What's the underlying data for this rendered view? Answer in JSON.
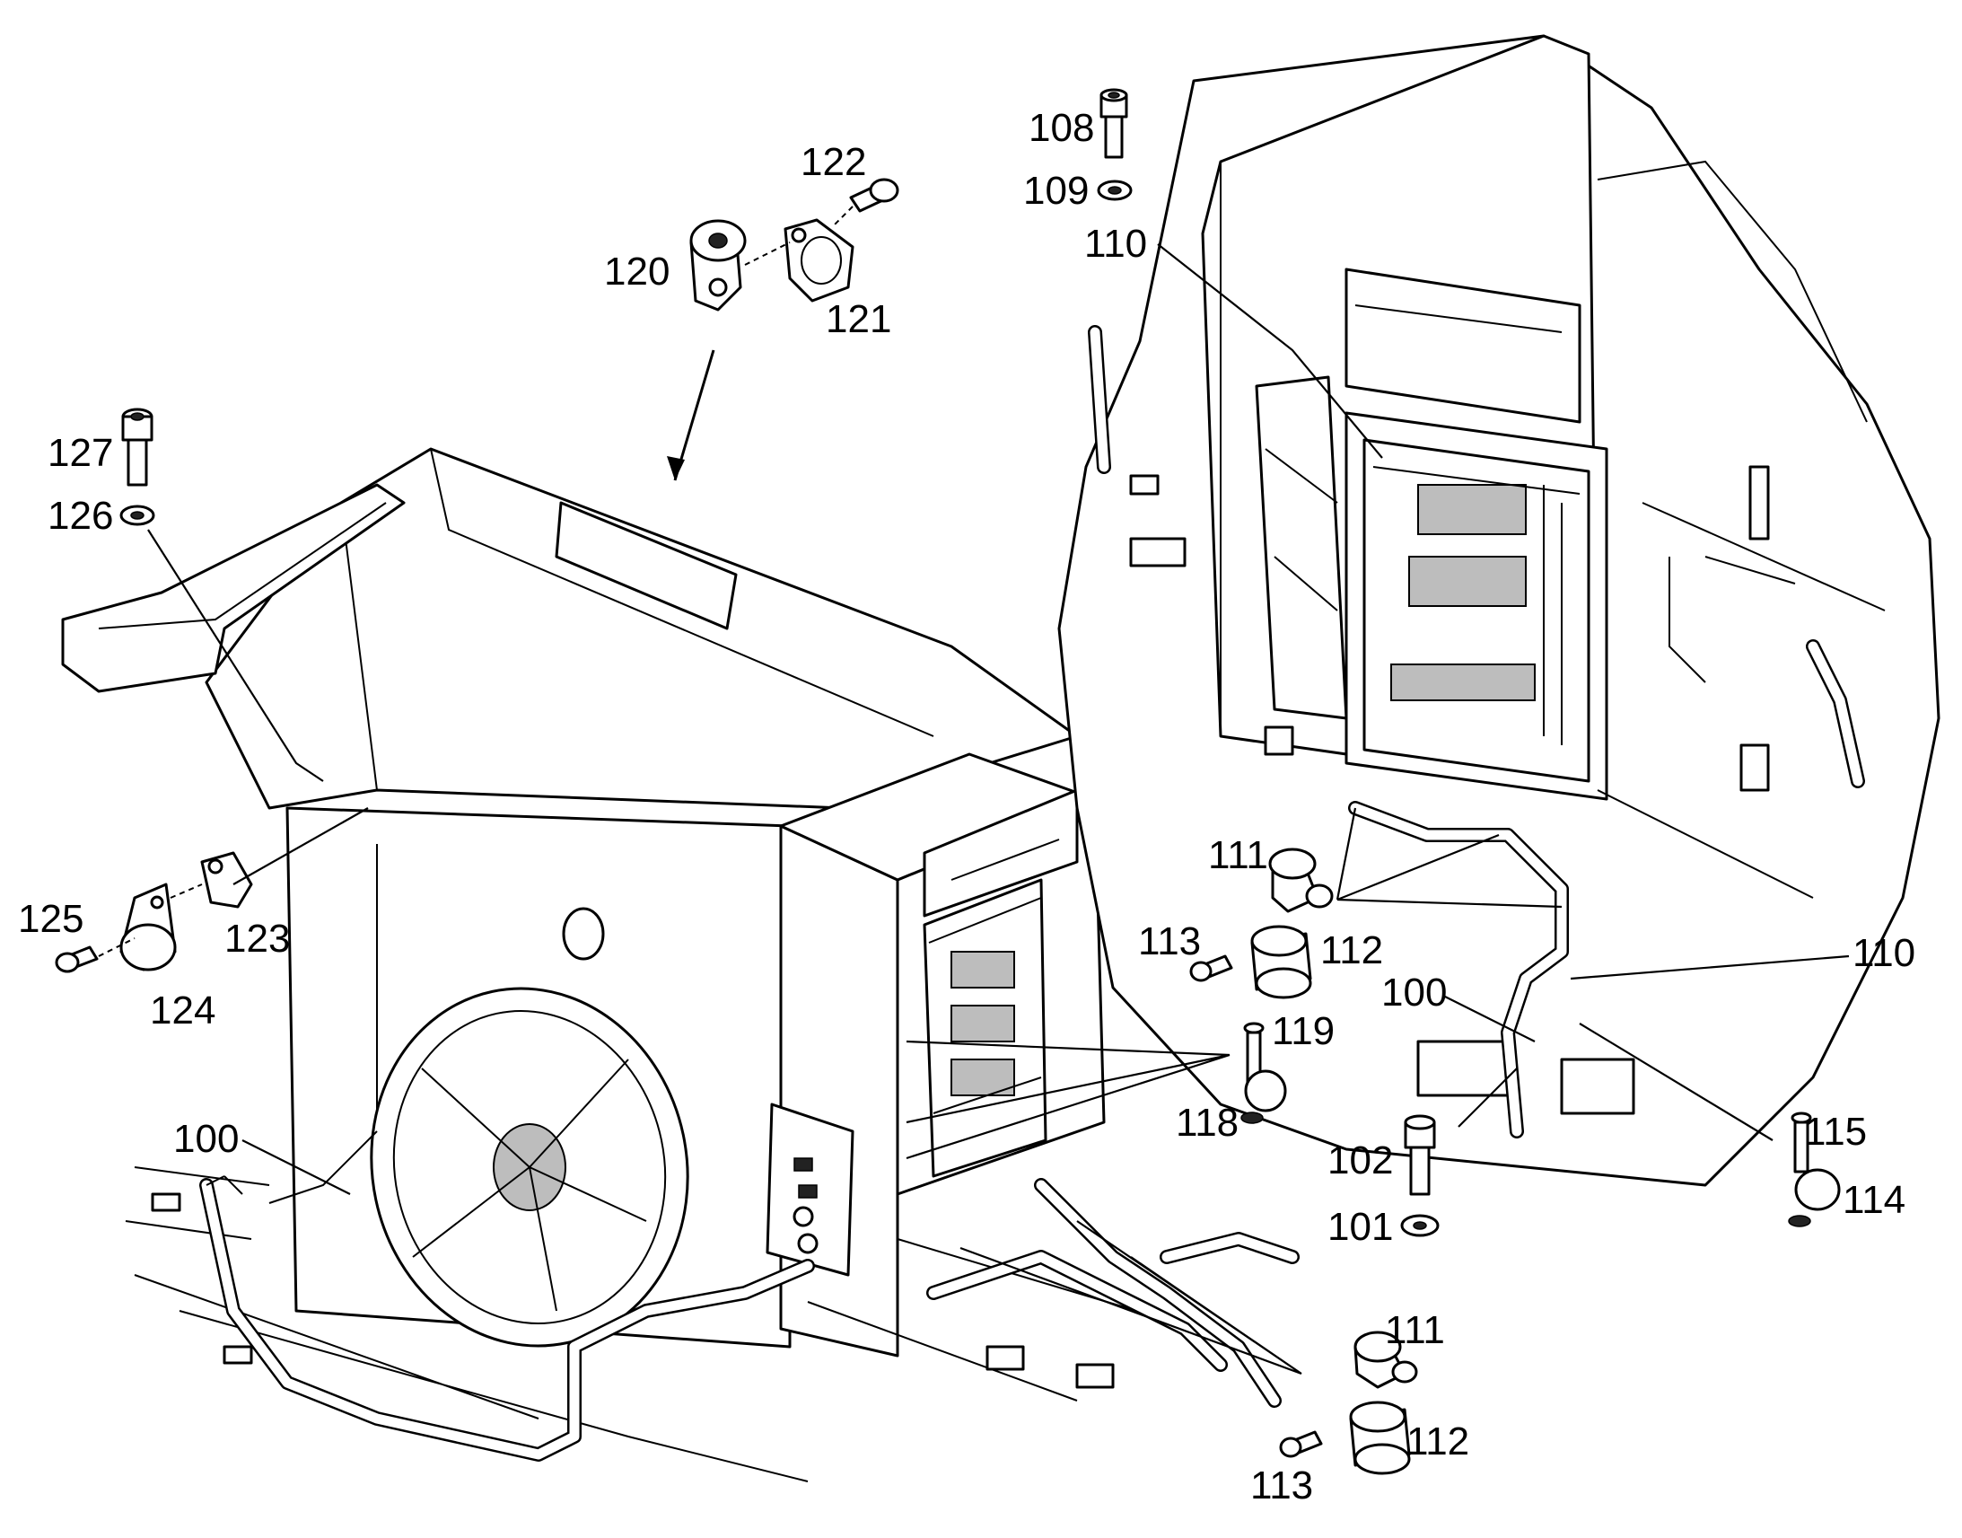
{
  "callouts": {
    "c100a": "100",
    "c100b": "100",
    "c101": "101",
    "c102": "102",
    "c108": "108",
    "c109": "109",
    "c110a": "110",
    "c110b": "110",
    "c111a": "111",
    "c111b": "111",
    "c112a": "112",
    "c112b": "112",
    "c113a": "113",
    "c113b": "113",
    "c114": "114",
    "c115": "115",
    "c118": "118",
    "c119": "119",
    "c120": "120",
    "c121": "121",
    "c122": "122",
    "c123": "123",
    "c124": "124",
    "c125": "125",
    "c126": "126",
    "c127": "127"
  },
  "colors": {
    "line": "#000000",
    "background": "#ffffff",
    "shade": "#bdbdbd"
  }
}
